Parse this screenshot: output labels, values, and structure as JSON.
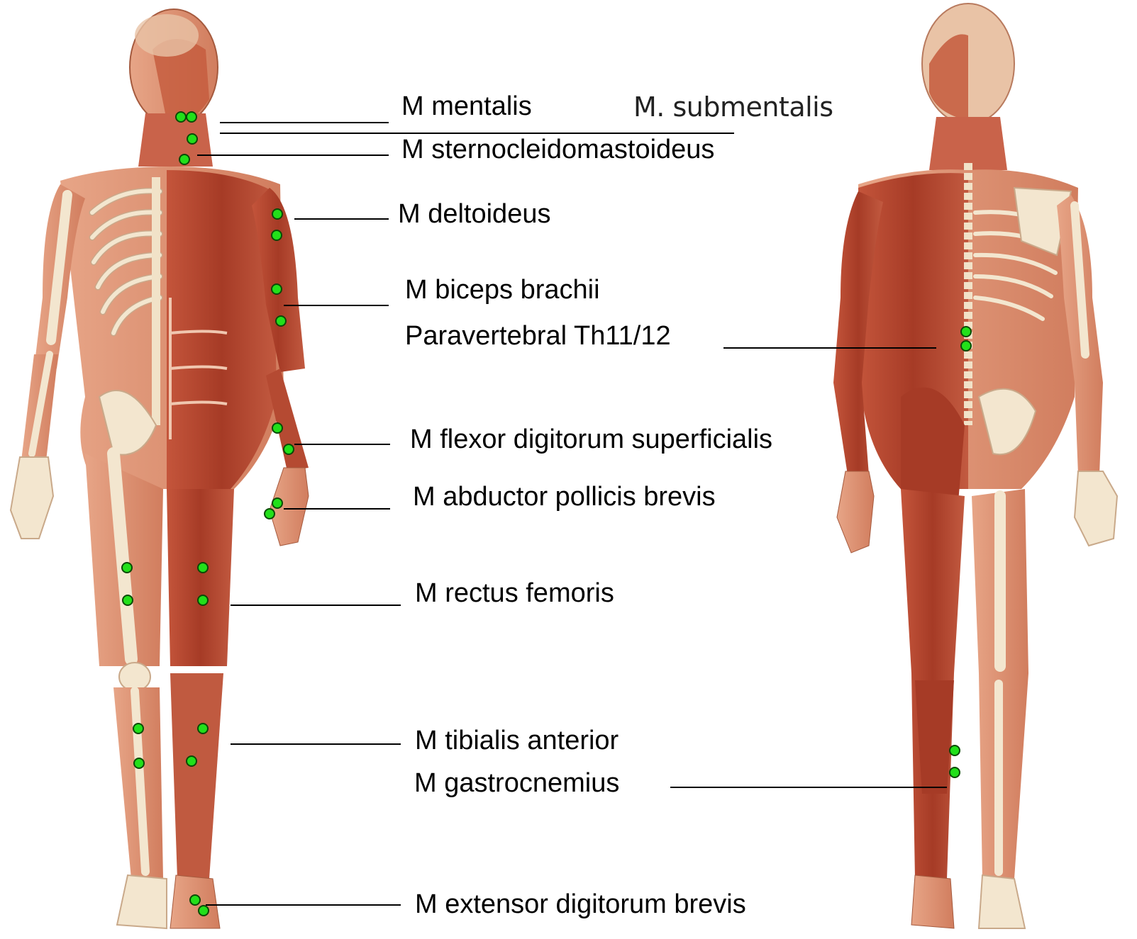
{
  "labels": {
    "mentalis": "M mentalis",
    "submentalis": "M. submentalis",
    "sternocleidomastoideus": "M sternocleidomastoideus",
    "deltoideus": "M deltoideus",
    "biceps": "M biceps brachii",
    "paravertebral": "Paravertebral Th11/12",
    "flexor": "M flexor digitorum superficialis",
    "abductor": "M abductor pollicis brevis",
    "rectus": "M rectus femoris",
    "tibialis": "M tibialis anterior",
    "gastrocnemius": "M gastrocnemius",
    "extensor": "M extensor digitorum brevis"
  },
  "colors": {
    "marker_fill": "#22e01a",
    "marker_stroke": "#0a4a06",
    "skin": "#d98a6a",
    "muscle": "#b8452e",
    "muscle_dark": "#8f2a1a",
    "bone": "#f3e6cf",
    "bone_stroke": "#c9a98a",
    "line": "#000000"
  },
  "icons": {
    "figure_front": "anatomy-front-figure",
    "figure_back": "anatomy-back-figure",
    "marker": "electrode-marker-dot"
  }
}
